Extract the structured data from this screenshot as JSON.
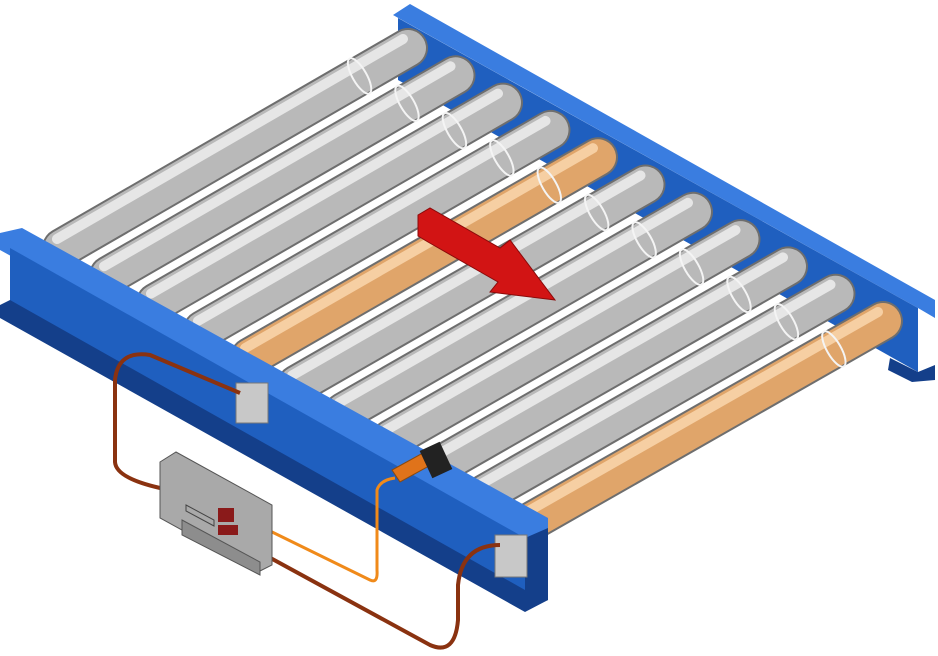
{
  "colors": {
    "frame": "#1f5fbf",
    "frame_dark": "#143f8a",
    "frame_light": "#3a7de0",
    "roller": "#b9b9b9",
    "roller_highlight": "#e6e6e6",
    "roller_driven": "#e0a56a",
    "roller_driven_highlight": "#f6cfa3",
    "arrow": "#d21414",
    "cable_power": "#8a3210",
    "cable_sensor": "#f08a1a",
    "controller": "#a9a9a9"
  },
  "rollers": [
    {
      "type": "idler"
    },
    {
      "type": "idler"
    },
    {
      "type": "idler"
    },
    {
      "type": "idler"
    },
    {
      "type": "driven"
    },
    {
      "type": "idler"
    },
    {
      "type": "idler"
    },
    {
      "type": "idler"
    },
    {
      "type": "idler"
    },
    {
      "type": "idler"
    },
    {
      "type": "driven"
    }
  ]
}
